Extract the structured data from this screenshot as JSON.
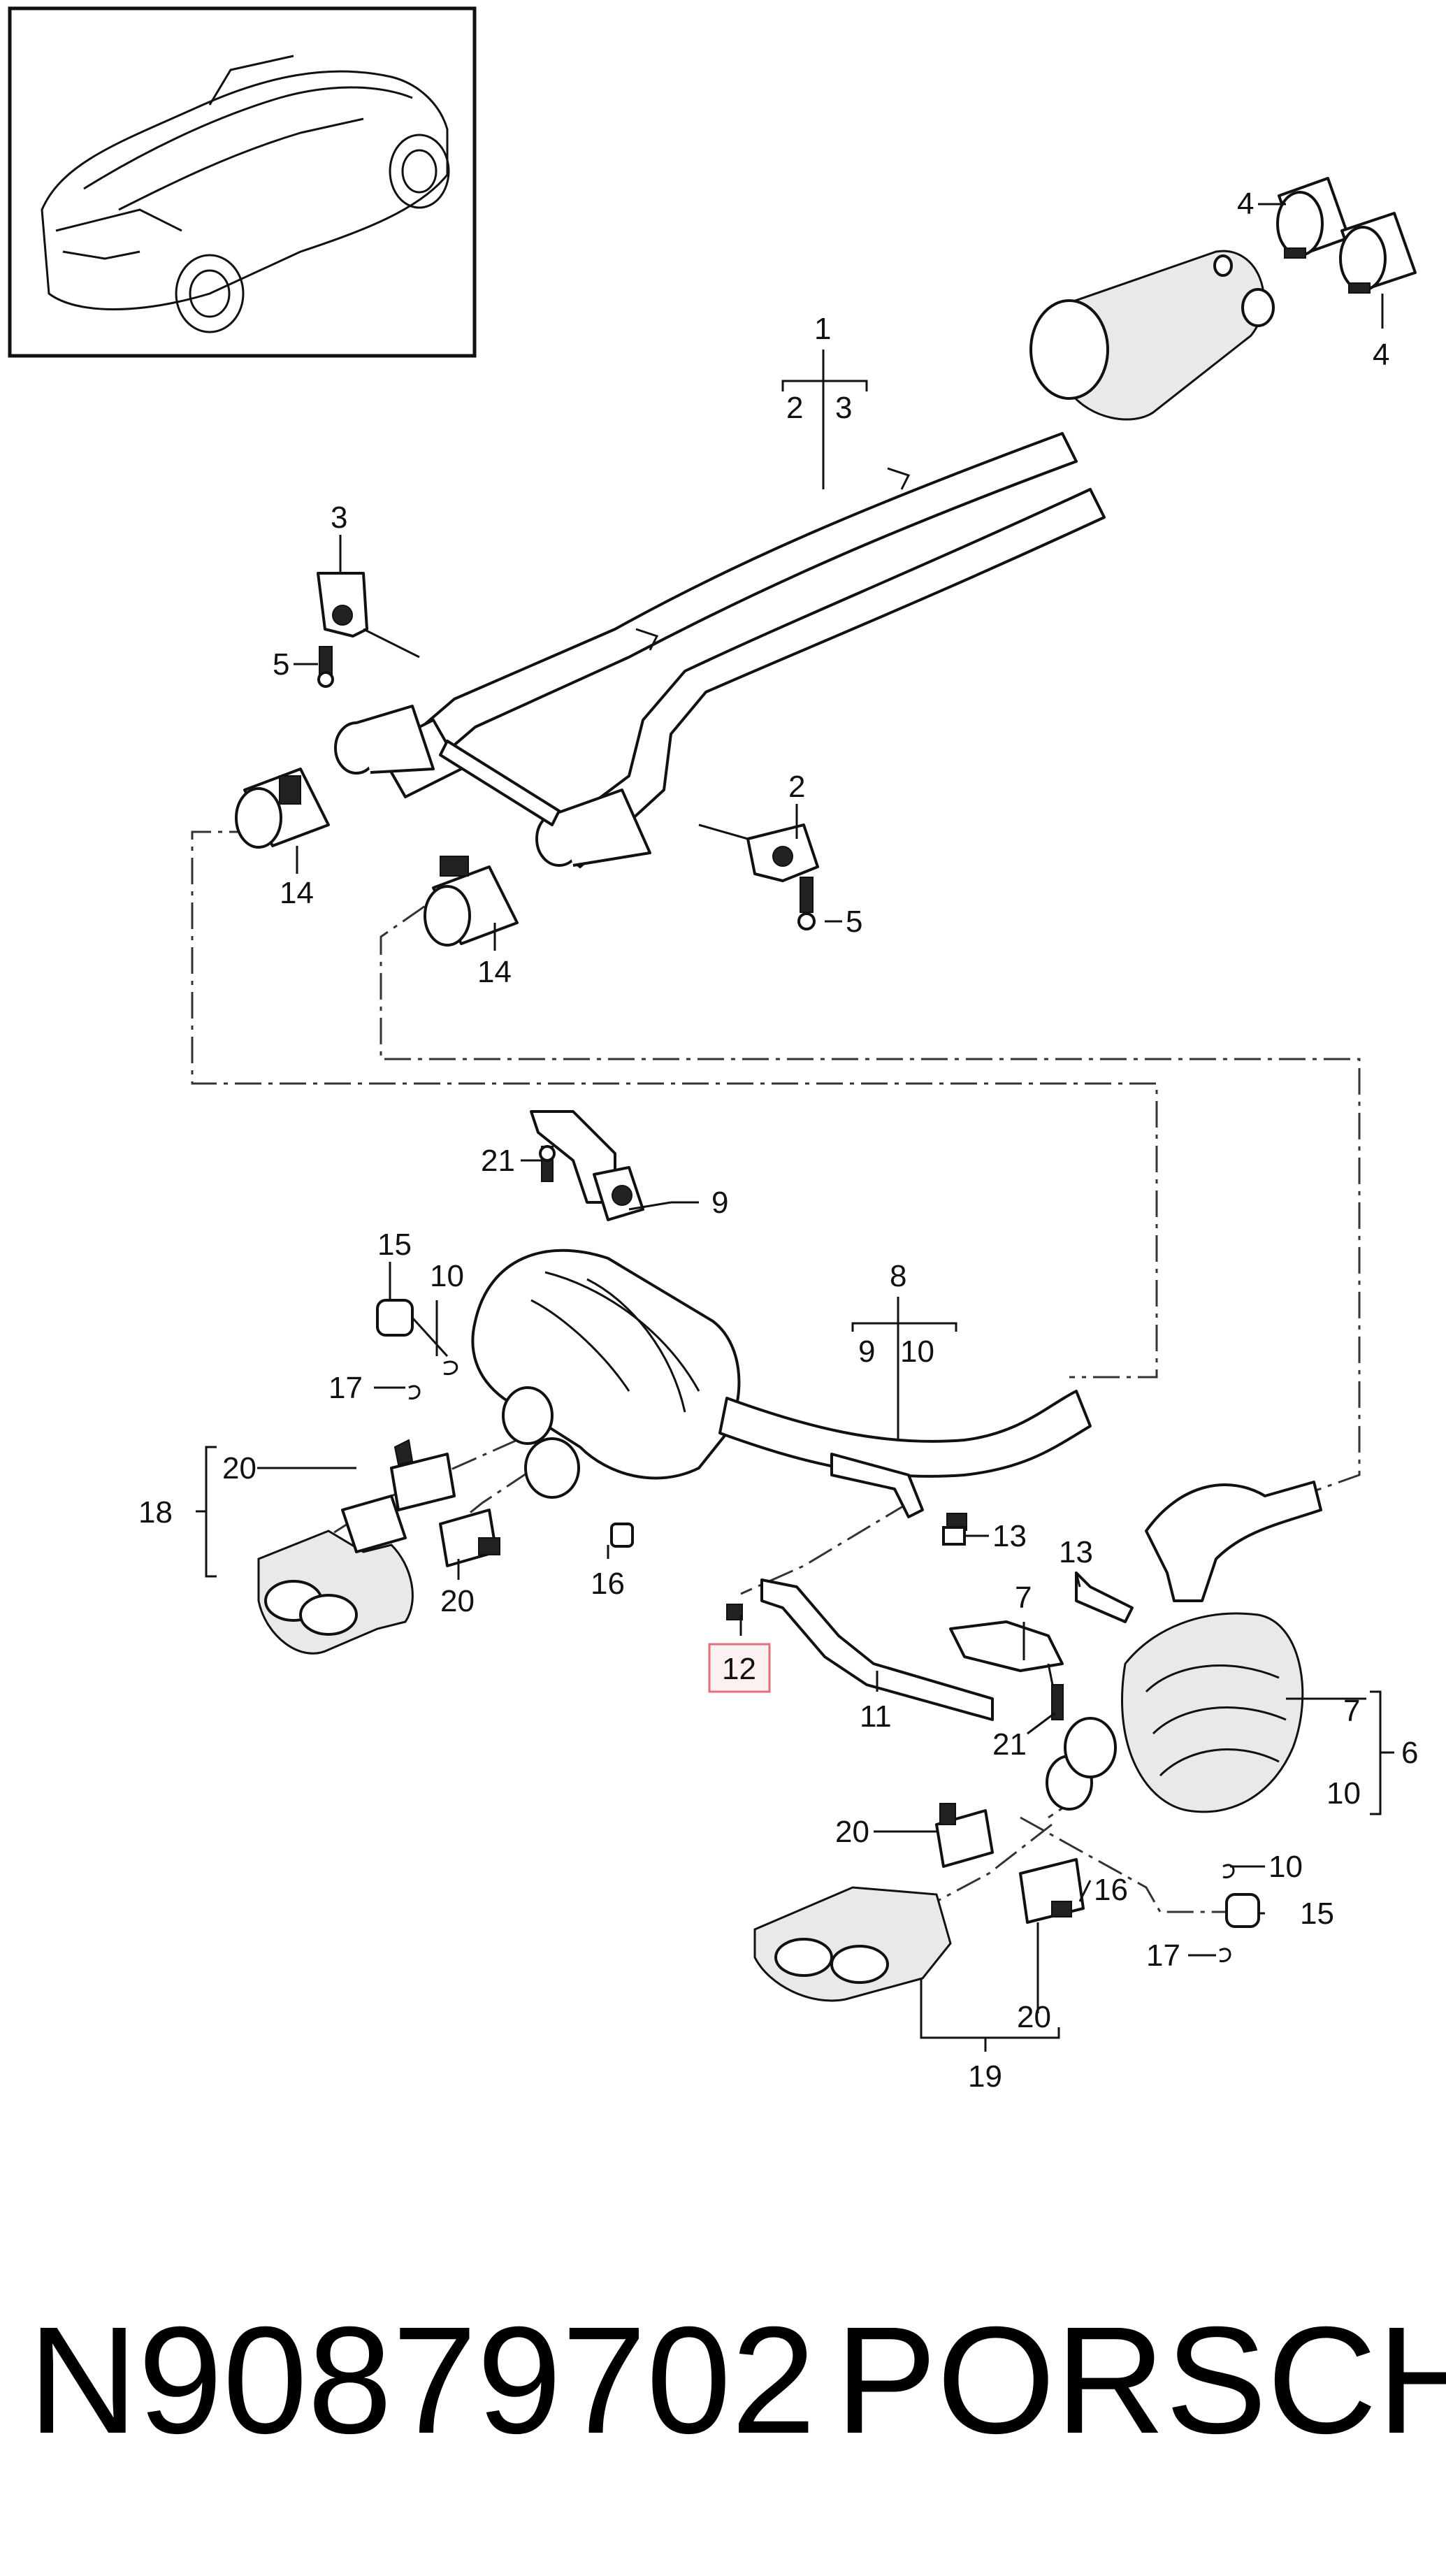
{
  "callouts": {
    "c1": "1",
    "c1_sub_a": "2",
    "c1_sub_b": "3",
    "c2": "2",
    "c3": "3",
    "c4_top": "4",
    "c4_bottom": "4",
    "c5_left": "5",
    "c5_right": "5",
    "c6": "6",
    "c6_sub_a": "7",
    "c6_sub_b": "10",
    "c7": "7",
    "c8": "8",
    "c8_sub_a": "9",
    "c8_sub_b": "10",
    "c9": "9",
    "c10_left": "10",
    "c10_right": "10",
    "c11": "11",
    "c12": "12",
    "c13_left": "13",
    "c13_right": "13",
    "c14_left": "14",
    "c14_right": "14",
    "c15_left": "15",
    "c15_right": "15",
    "c16_left": "16",
    "c16_right": "16",
    "c17_left": "17",
    "c17_right": "17",
    "c18": "18",
    "c19": "19",
    "c20_left_top": "20",
    "c20_left_bottom": "20",
    "c20_right_top": "20",
    "c20_right_bottom": "20",
    "c21_top": "21",
    "c21_mid": "21"
  },
  "footer": {
    "part_number": "N90879702",
    "brand": "PORSCHE"
  },
  "colors": {
    "line": "#111111",
    "highlight_border": "#e0707a",
    "highlight_fill": "#fdf0f1"
  }
}
